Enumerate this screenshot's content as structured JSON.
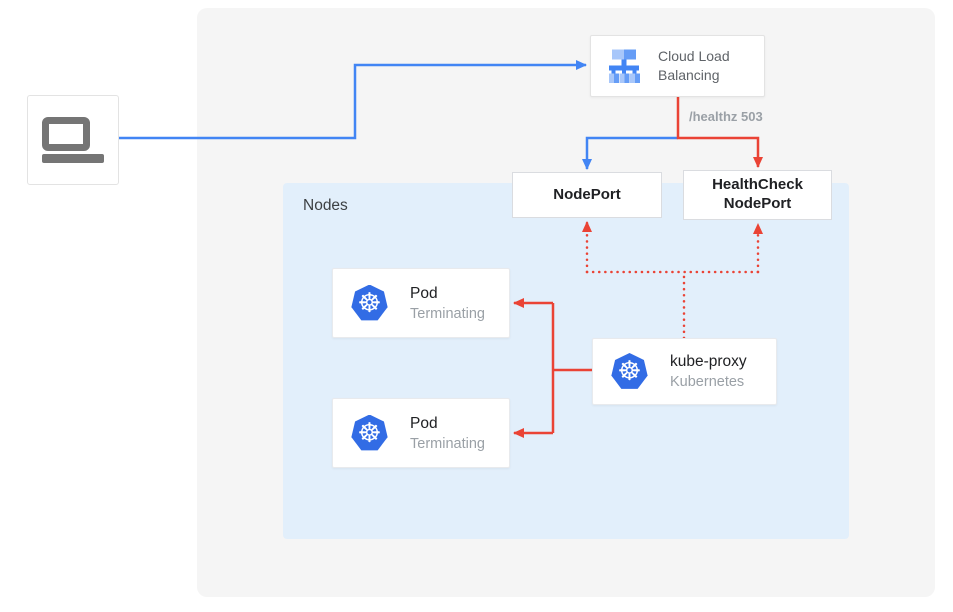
{
  "diagram": {
    "client": {
      "name": "laptop client"
    },
    "cloud_load_balancing": {
      "title": "Cloud Load Balancing"
    },
    "healthz_label": "/healthz 503",
    "nodeport": {
      "label": "NodePort"
    },
    "healthcheck_nodeport": {
      "label_line1": "HealthCheck",
      "label_line2": "NodePort"
    },
    "nodes_container": {
      "label": "Nodes"
    },
    "pods": [
      {
        "title": "Pod",
        "status": "Terminating"
      },
      {
        "title": "Pod",
        "status": "Terminating"
      }
    ],
    "kube_proxy": {
      "title": "kube-proxy",
      "subtitle": "Kubernetes"
    },
    "colors": {
      "blue_arrow": "#4285F4",
      "red_arrow": "#EA4335",
      "kubernetes_blue": "#326CE5",
      "load_balancer_blue": "#4285F4",
      "load_balancer_light_blue": "#A8C7FA",
      "nodes_background": "#E2EFFB",
      "panel_background": "#F5F5F5",
      "laptop_gray": "#757575",
      "text_dark": "#202124",
      "text_gray": "#9AA0A6"
    }
  }
}
